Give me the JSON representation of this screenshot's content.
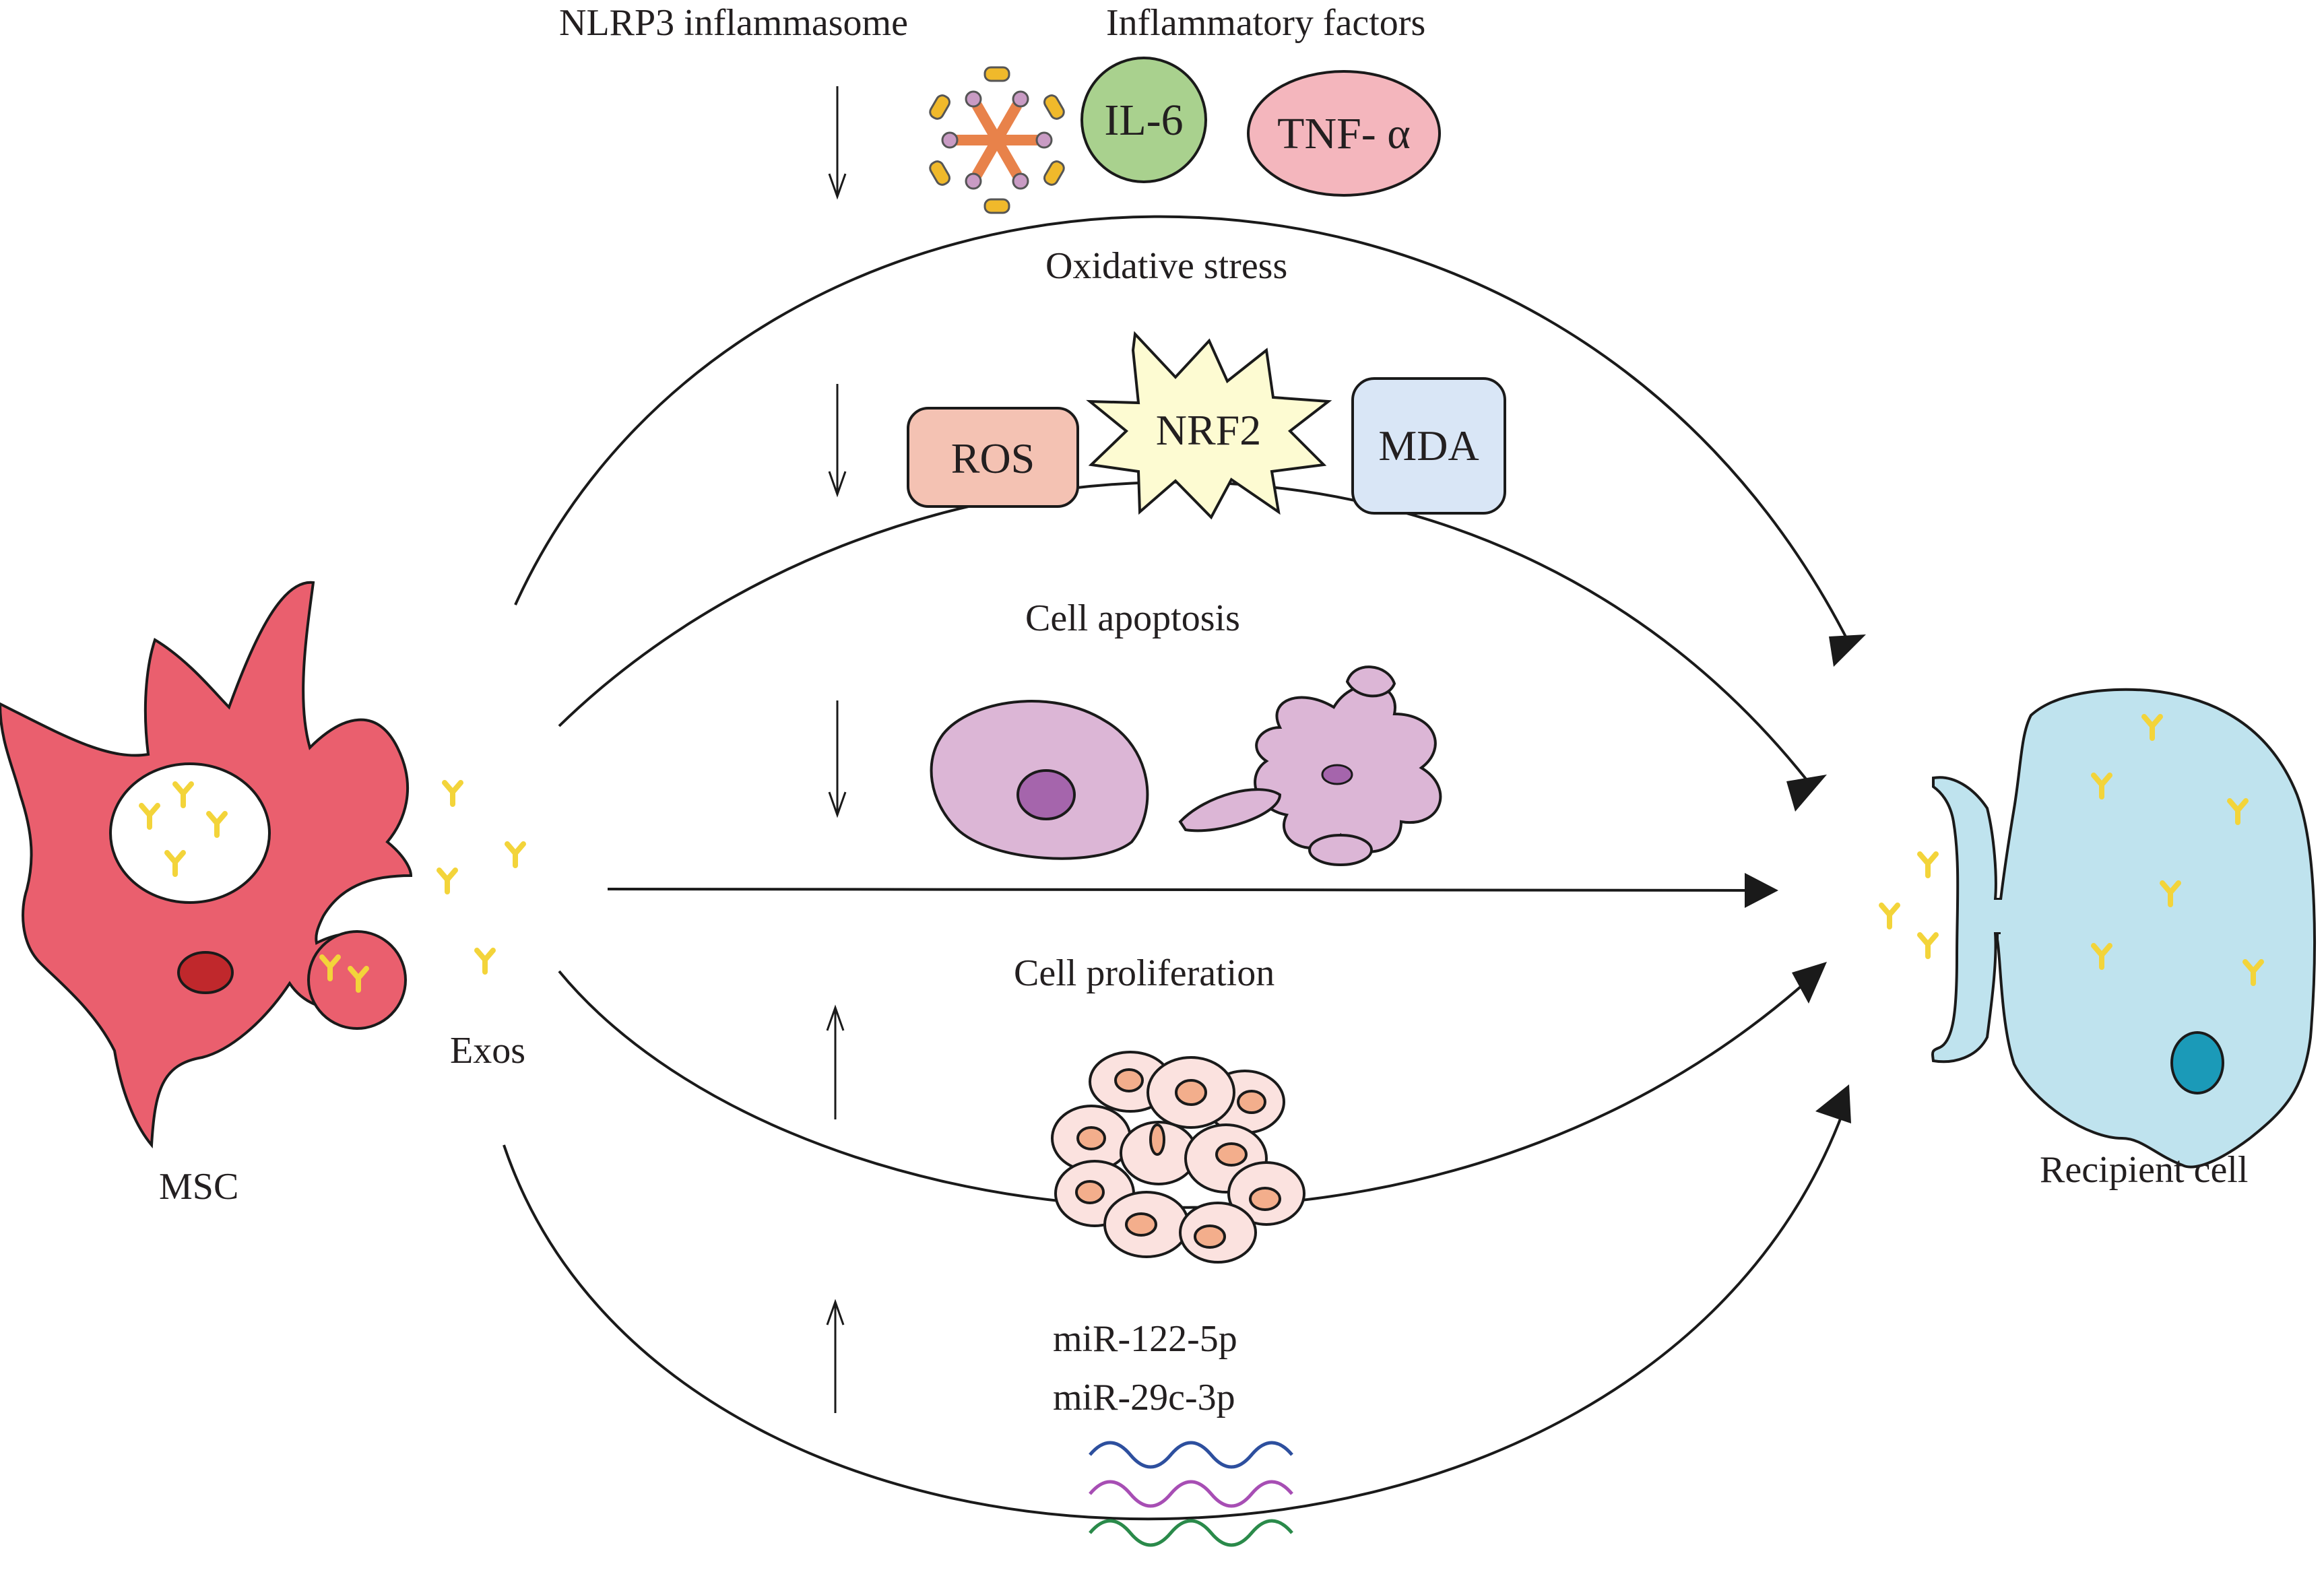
{
  "labels": {
    "nlrp3": "NLRP3 inflammasome",
    "inflammatory_factors": "Inflammatory factors",
    "il6": "IL-6",
    "tnf": "TNF- α",
    "oxidative_stress": "Oxidative stress",
    "ros": "ROS",
    "nrf2": "NRF2",
    "mda": "MDA",
    "cell_apoptosis": "Cell apoptosis",
    "cell_proliferation": "Cell proliferation",
    "mir1": "miR-122-5p",
    "mir2": "miR-29c-3p",
    "exos": "Exos",
    "msc": "MSC",
    "recipient": "Recipient cell"
  },
  "colors": {
    "msc_body": "#ea5f6e",
    "msc_nucleus": "#c0282c",
    "exosome": "#f3d43a",
    "il6": "#a9d18e",
    "tnf": "#f4b6bd",
    "ros": "#f4c2b3",
    "nrf2": "#fdfbd2",
    "mda": "#d9e6f6",
    "apoptotic_cell": "#dcb6d6",
    "apoptotic_nucleus": "#a565ac",
    "proliferating_cell": "#fbe2df",
    "proliferating_nucleus": "#f3ae8c",
    "recipient_body": "#bfe3ee",
    "recipient_nucleus": "#1b9ab8",
    "mirna_blue": "#2d4f9e",
    "mirna_purple": "#a74eb4",
    "mirna_green": "#2a8a4a"
  }
}
